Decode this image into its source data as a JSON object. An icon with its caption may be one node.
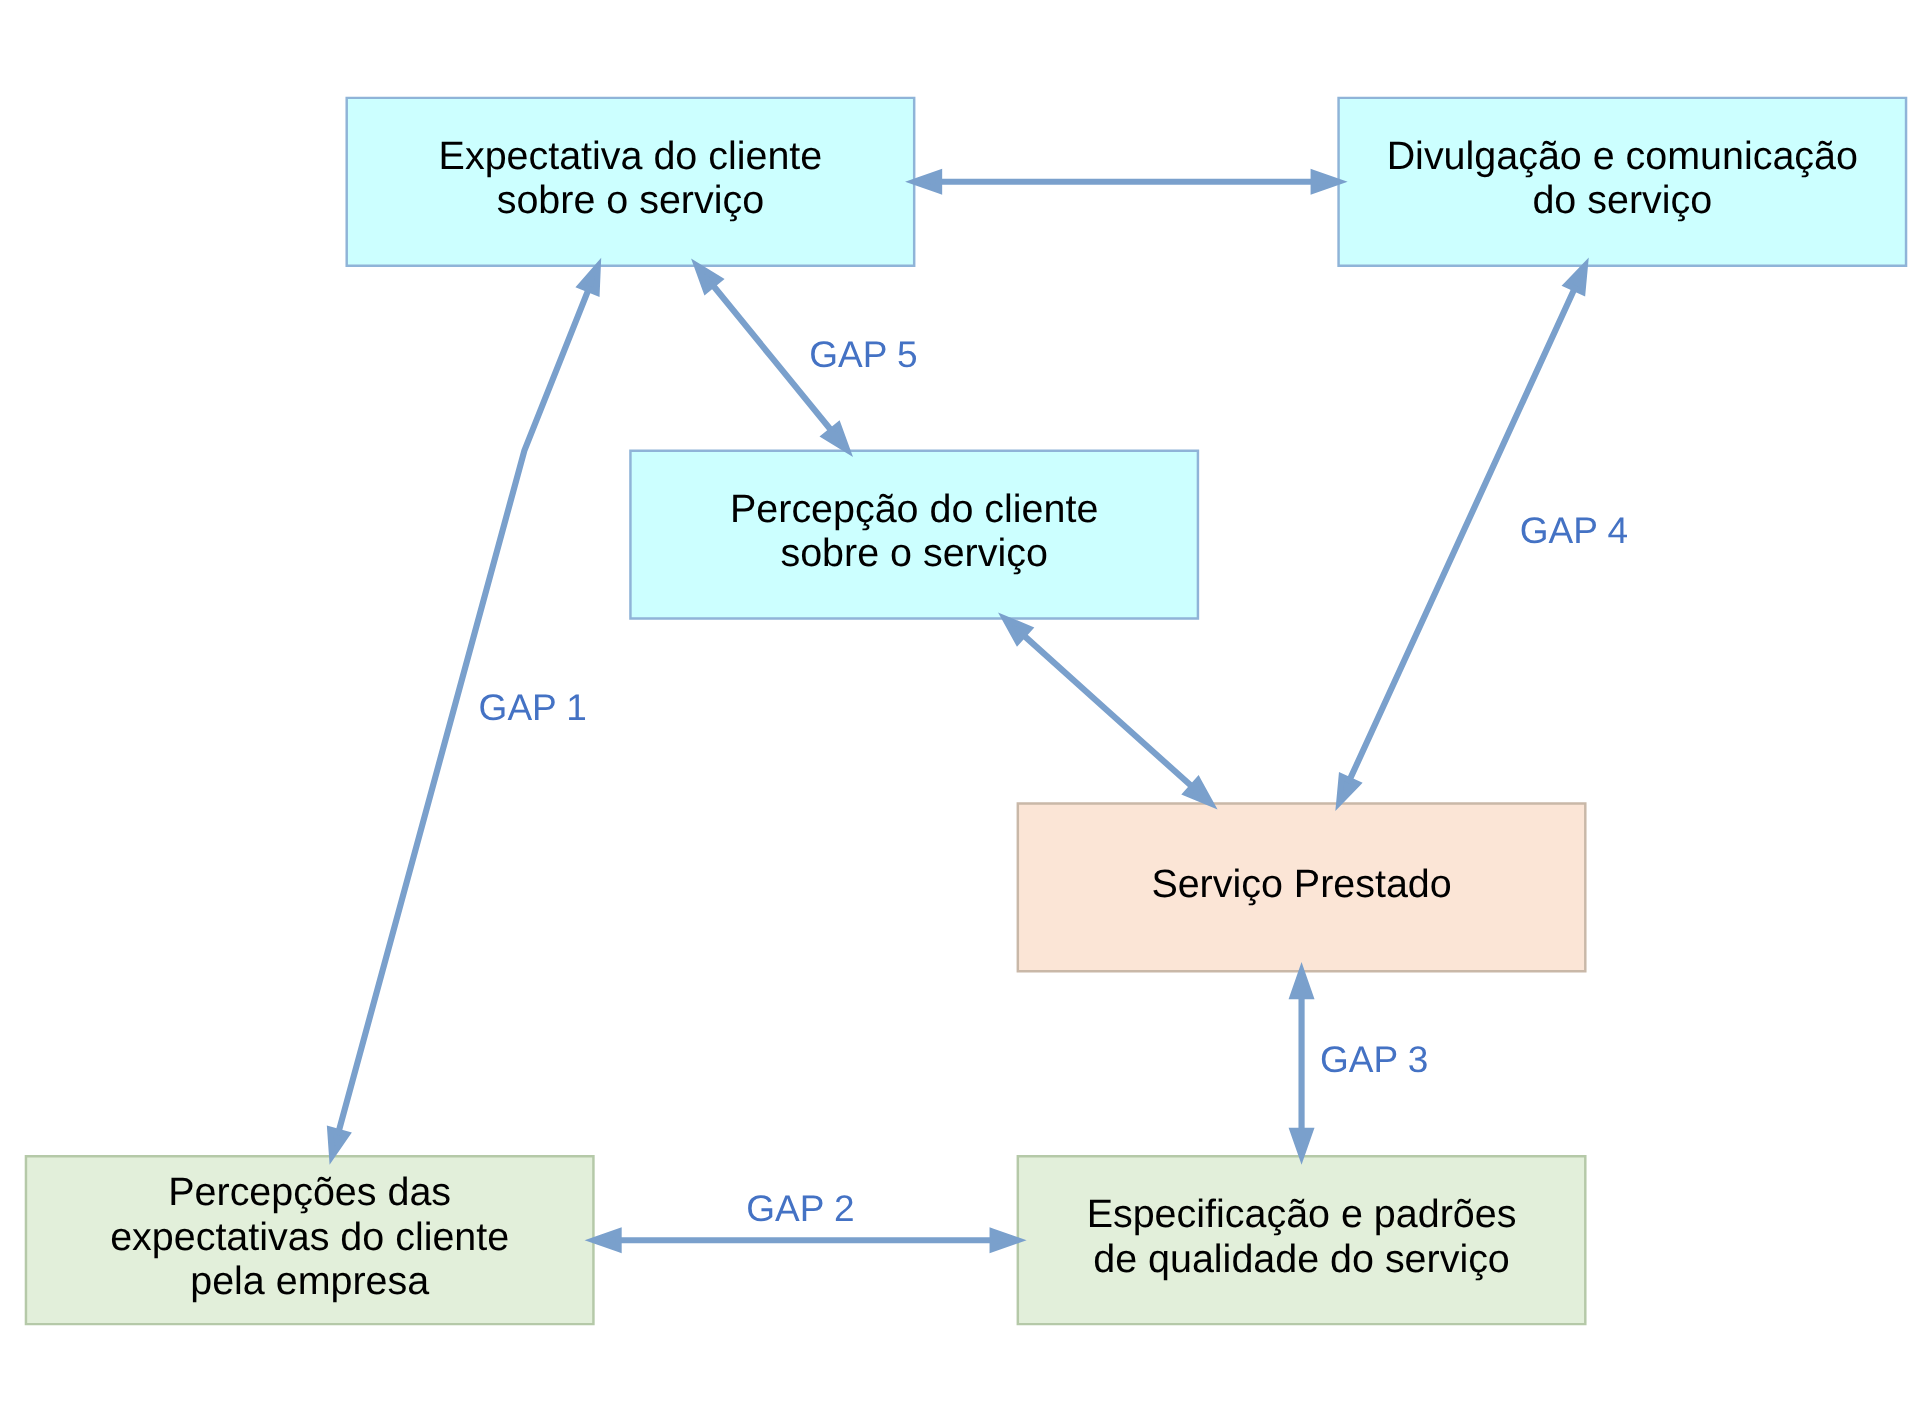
{
  "diagram": {
    "nodes": [
      {
        "text": [
          "Expectativa do cliente sobre o serviço"
        ]
      },
      {
        "text": [
          "Divulgação e comunicação do serviço"
        ]
      },
      {
        "text": [
          "Percepção do cliente sobre o serviço"
        ]
      },
      {
        "text": [
          "Serviço Prestado"
        ]
      },
      {
        "text": [
          "Percepções das expectativas do cliente pela empresa"
        ]
      },
      {
        "text": [
          "Especificação e padrões de qualidade do serviço"
        ]
      }
    ],
    "edges": [
      {
        "from": 0,
        "to": 1,
        "arrow": "both"
      },
      {
        "from": 0,
        "to": 2,
        "arrow": "both",
        "label": "GAP 5"
      },
      {
        "from": 4,
        "to": 0,
        "arrow": "both",
        "label": "GAP 1"
      },
      {
        "from": 2,
        "to": 3,
        "arrow": "both"
      },
      {
        "from": 1,
        "to": 3,
        "arrow": "both",
        "label": "GAP 4"
      },
      {
        "from": 3,
        "to": 5,
        "arrow": "both",
        "label": "GAP 3"
      },
      {
        "from": 4,
        "to": 5,
        "arrow": "both",
        "label": "GAP 2"
      }
    ]
  }
}
